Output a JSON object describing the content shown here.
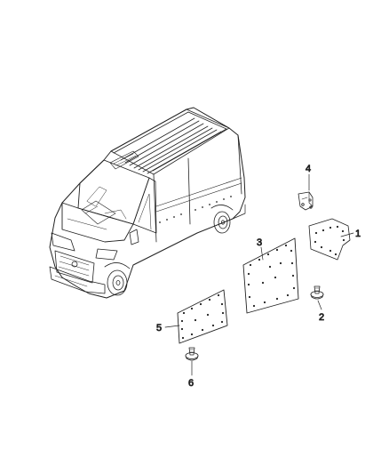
{
  "diagram": {
    "callouts": {
      "c1": "1",
      "c2": "2",
      "c3": "3",
      "c4": "4",
      "c5": "5",
      "c6": "6"
    },
    "colors": {
      "line": "#222222",
      "background": "#ffffff"
    }
  }
}
